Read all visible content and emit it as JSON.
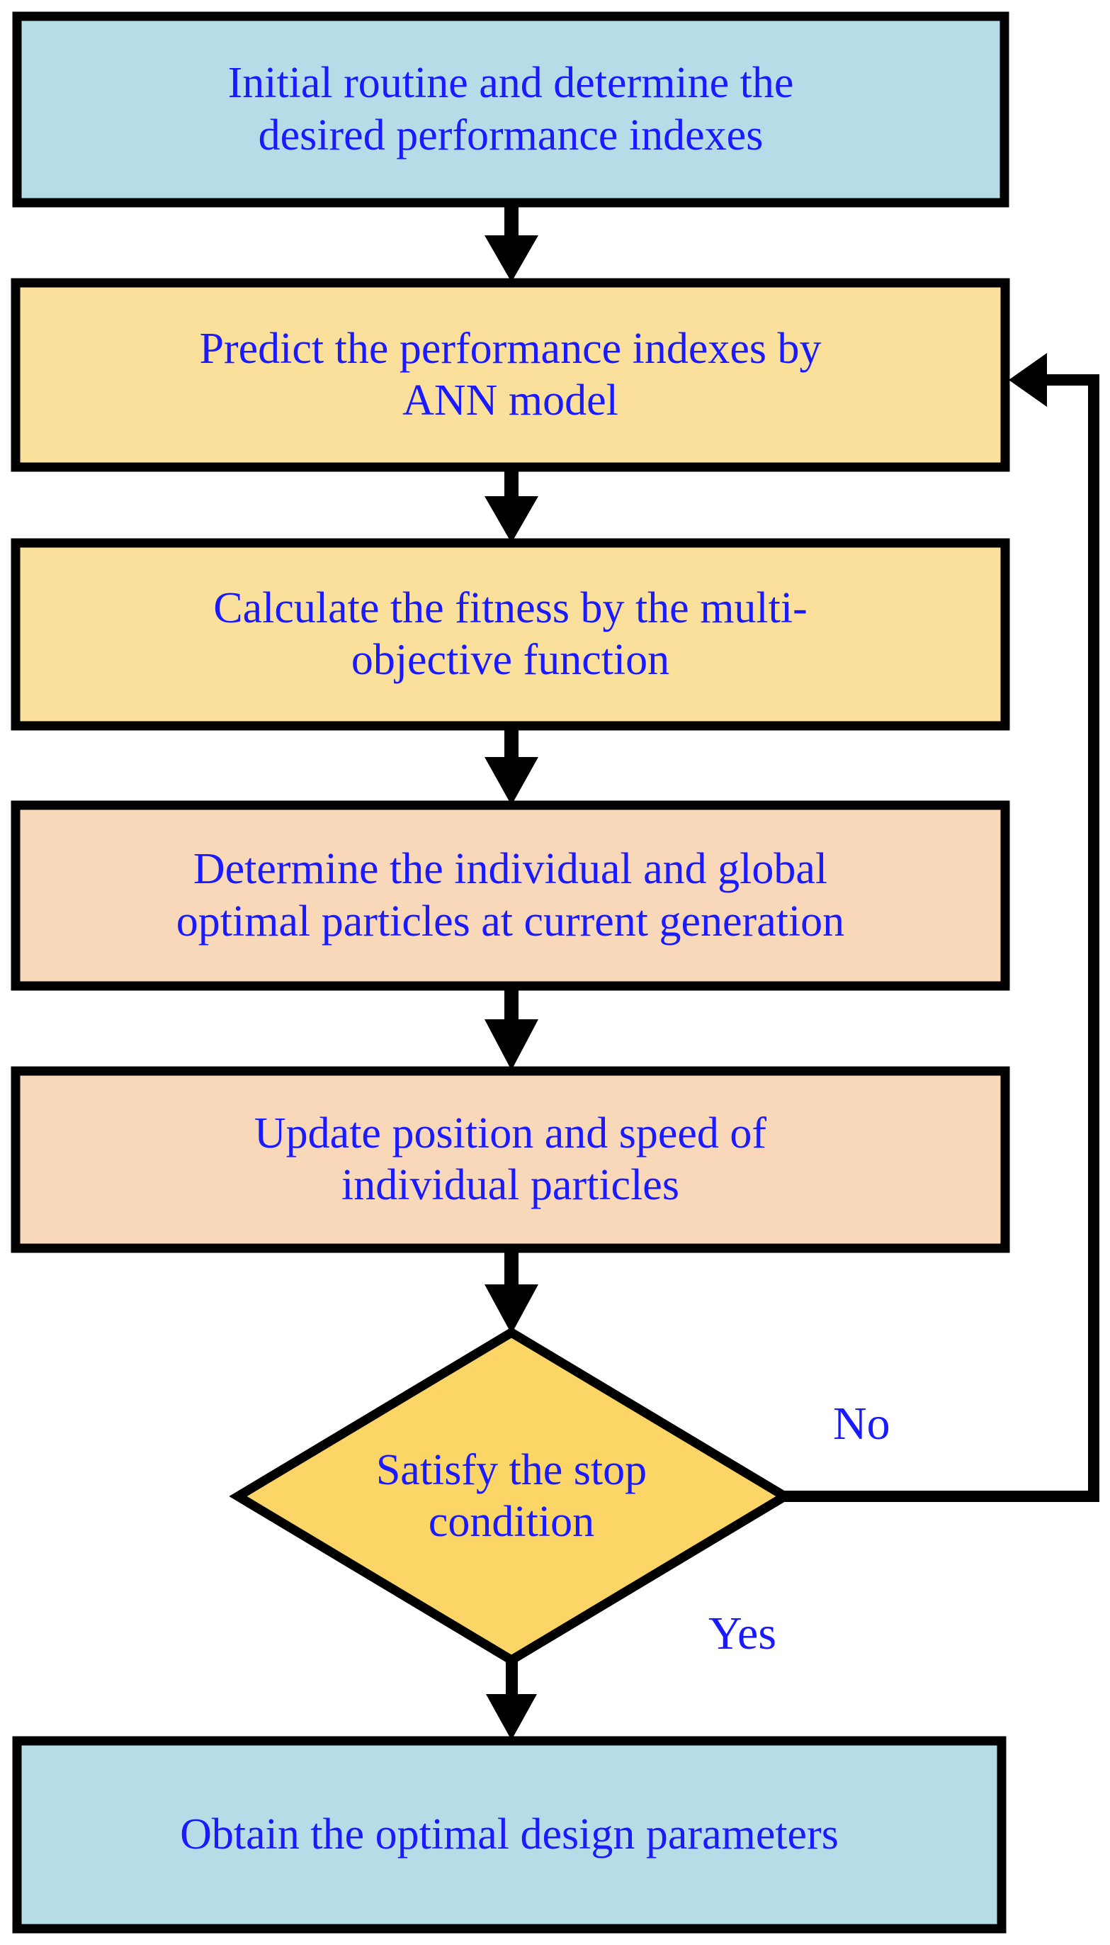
{
  "diagram": {
    "type": "flowchart",
    "title": "ANN-PSO multi-objective optimization flowchart",
    "colors": {
      "text": "#1a1aff",
      "stroke": "#000000",
      "fill_start_end": "#b6dce8",
      "fill_process_yellow": "#fbe09b",
      "fill_process_peach": "#f9d7b9",
      "fill_decision": "#fbd566",
      "background": "#ffffff"
    },
    "nodes": [
      {
        "id": "n1",
        "shape": "rectangle",
        "role": "start",
        "fill": "#b6dce8",
        "text": "Initial routine and determine the\ndesired performance indexes"
      },
      {
        "id": "n2",
        "shape": "rectangle",
        "role": "process",
        "fill": "#fbe09b",
        "text": "Predict the performance indexes by\nANN model"
      },
      {
        "id": "n3",
        "shape": "rectangle",
        "role": "process",
        "fill": "#fbe09b",
        "text": "Calculate the fitness by the multi-\nobjective function"
      },
      {
        "id": "n4",
        "shape": "rectangle",
        "role": "process",
        "fill": "#f9d7b9",
        "text": "Determine the individual and global\noptimal particles at current generation"
      },
      {
        "id": "n5",
        "shape": "rectangle",
        "role": "process",
        "fill": "#f9d7b9",
        "text": "Update position and speed of\nindividual particles"
      },
      {
        "id": "n6",
        "shape": "diamond",
        "role": "decision",
        "fill": "#fbd566",
        "text": "Satisfy the stop\ncondition"
      },
      {
        "id": "n7",
        "shape": "rectangle",
        "role": "end",
        "fill": "#b6dce8",
        "text": "Obtain the optimal design parameters"
      }
    ],
    "edges": [
      {
        "id": "e1",
        "from": "n1",
        "to": "n2",
        "label": ""
      },
      {
        "id": "e2",
        "from": "n2",
        "to": "n3",
        "label": ""
      },
      {
        "id": "e3",
        "from": "n3",
        "to": "n4",
        "label": ""
      },
      {
        "id": "e4",
        "from": "n4",
        "to": "n5",
        "label": ""
      },
      {
        "id": "e5",
        "from": "n5",
        "to": "n6",
        "label": ""
      },
      {
        "id": "e6",
        "from": "n6",
        "to": "n7",
        "label": "Yes"
      },
      {
        "id": "e7",
        "from": "n6",
        "to": "n2",
        "label": "No"
      }
    ],
    "branch_labels": {
      "no": "No",
      "yes": "Yes"
    }
  }
}
